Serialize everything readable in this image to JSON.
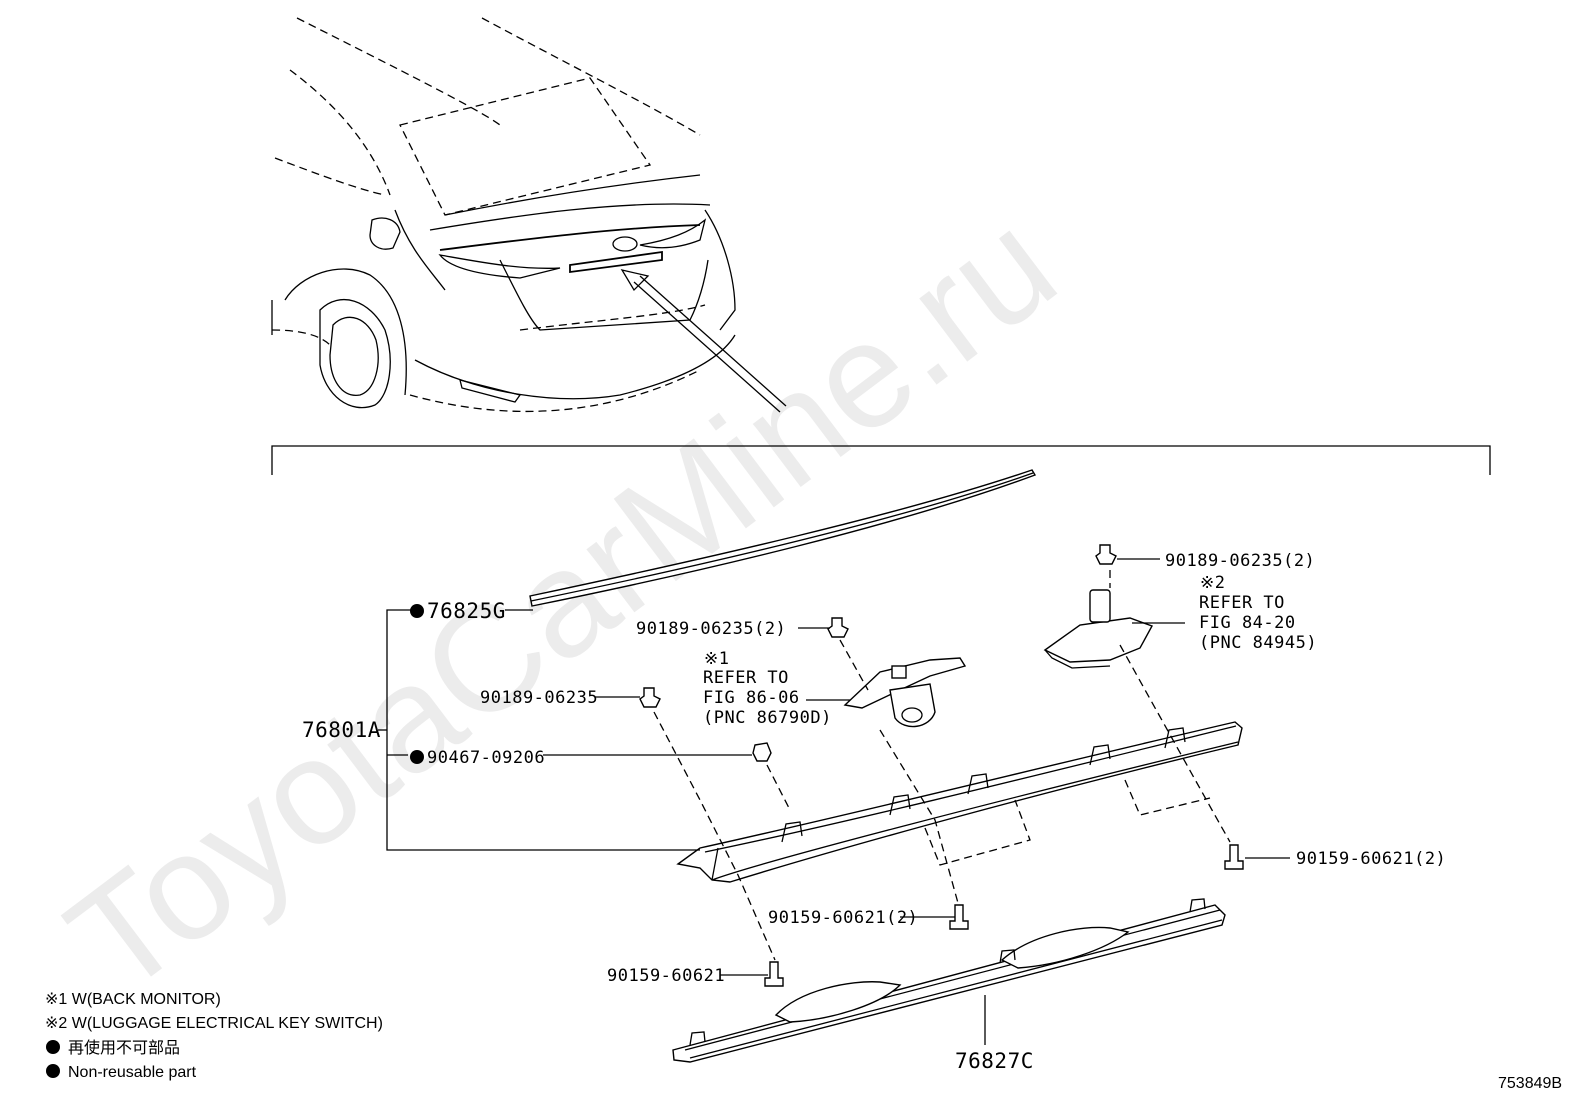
{
  "watermark": "ToyotaCarMine.ru",
  "figure_id": "753849B",
  "labels": {
    "p76825g": "76825G",
    "p76801a": "76801A",
    "p90467": "90467-09206",
    "p90189_single": "90189-06235",
    "p90189_cam": "90189-06235(2)",
    "p90189_switch": "90189-06235(2)",
    "p90159_single": "90159-60621",
    "p90159_mid": "90159-60621(2)",
    "p90159_right": "90159-60621(2)",
    "p76827c": "76827C"
  },
  "callouts": {
    "ref1": [
      "※1",
      "REFER TO",
      "FIG 86-06",
      "(PNC 86790D)"
    ],
    "ref2": [
      "※2",
      "REFER TO",
      "FIG 84-20",
      "(PNC 84945)"
    ]
  },
  "legend": {
    "note1": "※1 W(BACK MONITOR)",
    "note2": "※2 W(LUGGAGE ELECTRICAL KEY SWITCH)",
    "note3": "再使用不可部品",
    "note4": "Non-reusable part"
  }
}
